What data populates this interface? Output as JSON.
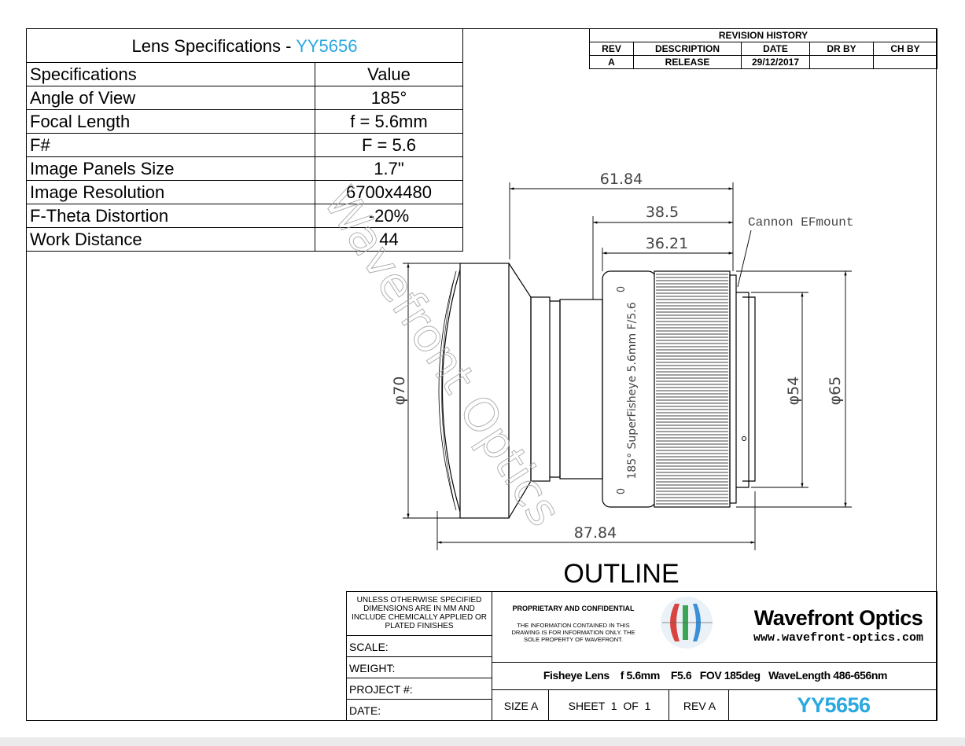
{
  "spec_table": {
    "title_prefix": "Lens Specifications - ",
    "title_model": "YY5656",
    "rows": [
      {
        "label": "Specifications",
        "value": "Value"
      },
      {
        "label": "Angle of View",
        "value": "185°"
      },
      {
        "label": "Focal Length",
        "value": "f = 5.6mm"
      },
      {
        "label": "F#",
        "value": "F = 5.6"
      },
      {
        "label": "Image Panels Size",
        "value": "1.7\""
      },
      {
        "label": "Image Resolution",
        "value": "6700x4480"
      },
      {
        "label": "F-Theta Distortion",
        "value": "-20%"
      },
      {
        "label": "Work Distance",
        "value": "44"
      }
    ]
  },
  "revision_history": {
    "title": "REVISION HISTORY",
    "headers": [
      "REV",
      "DESCRIPTION",
      "DATE",
      "DR BY",
      "CH BY"
    ],
    "row": [
      "A",
      "RELEASE",
      "29/12/2017",
      "",
      ""
    ]
  },
  "drawing": {
    "dim_61": "61.84",
    "dim_385": "38.5",
    "dim_3621": "36.21",
    "mount_label": "Cannon EFmount",
    "dia_70": "φ70",
    "dia_54": "φ54",
    "dia_65": "φ65",
    "dim_8784": "87.84",
    "barrel_text": "185° SuperFisheye 5.6mm F/5.6",
    "mark_top": "0",
    "mark_bottom": "0",
    "watermark": "Wavefront Optics",
    "outline_label": "OUTLINE"
  },
  "title_block": {
    "notes": "UNLESS OTHERWISE SPECIFIED DIMENSIONS ARE IN MM AND INCLUDE CHEMICALLY APPLIED OR PLATED FINISHES",
    "scale": "SCALE:",
    "weight": "WEIGHT:",
    "project": "PROJECT #:",
    "date": "DATE:",
    "prop_title": "PROPRIETARY AND CONFIDENTIAL",
    "prop_text": "THE INFORMATION CONTAINED IN THIS DRAWING IS FOR INFORMATION ONLY. THE SOLE PROPERTY OF WAVEFRONT.",
    "company": "Wavefront Optics",
    "website": "www.wavefront-optics.com",
    "description": "Fisheye Lens    f 5.6mm    F5.6   FOV 185deg   WaveLength 486-656nm",
    "size": "SIZE A",
    "sheet": "SHEET  1  OF  1",
    "rev": "REV A",
    "model": "YY5656",
    "accent_color": "#2aa8e0"
  }
}
